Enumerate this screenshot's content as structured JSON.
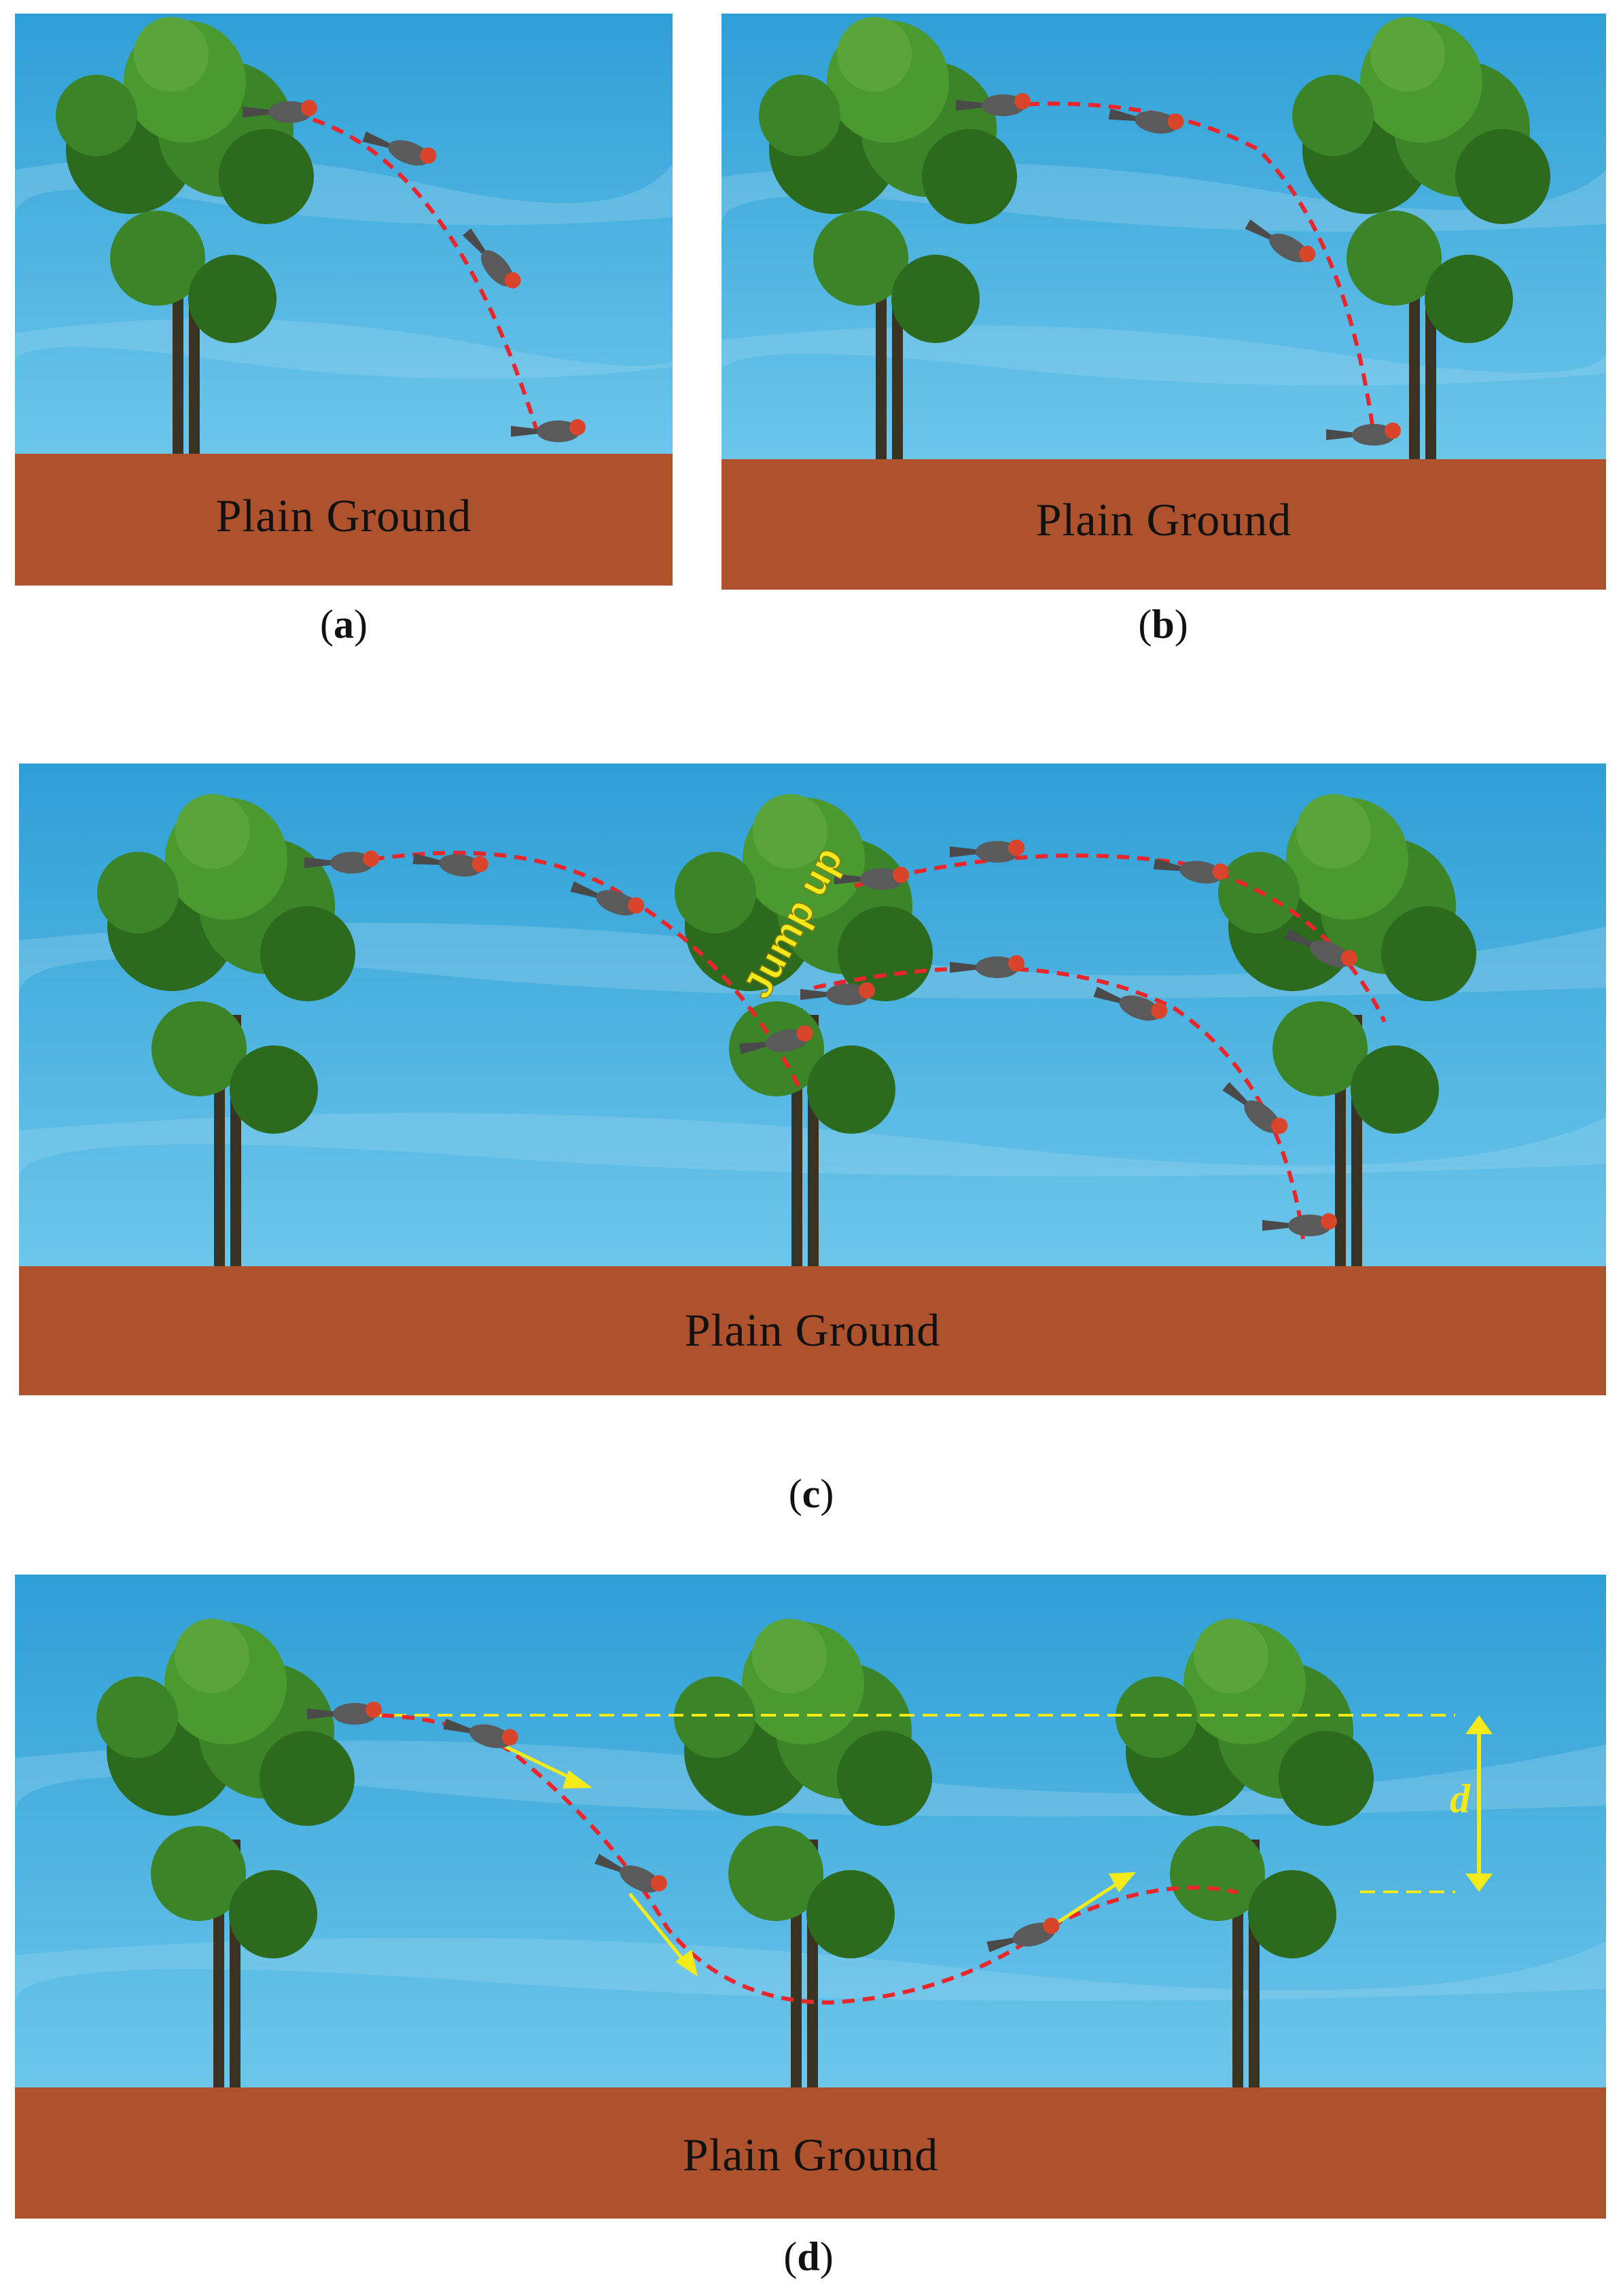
{
  "colors": {
    "sky_top": "#2e9fd6",
    "sky_bottom": "#6cc6ea",
    "ground": "#ae522d",
    "trajectory": "#e8262b",
    "annotation": "#f4ea1a",
    "tree_dark": "#2c6a1d",
    "tree_light": "#5aa53a",
    "trunk": "#3a3324",
    "glider_body": "#4a4a4a",
    "glider_head": "#d9452a"
  },
  "icons": [
    "tree-icon",
    "glider-icon",
    "arrow-icon"
  ],
  "panels": {
    "a": {
      "ground_label": "Plain Ground",
      "caption_letter": "a"
    },
    "b": {
      "ground_label": "Plain Ground",
      "caption_letter": "b"
    },
    "c": {
      "ground_label": "Plain Ground",
      "caption_letter": "c",
      "jump_label": "Jump up"
    },
    "d": {
      "ground_label": "Plain Ground",
      "caption_letter": "d",
      "distance_label": "d"
    }
  }
}
